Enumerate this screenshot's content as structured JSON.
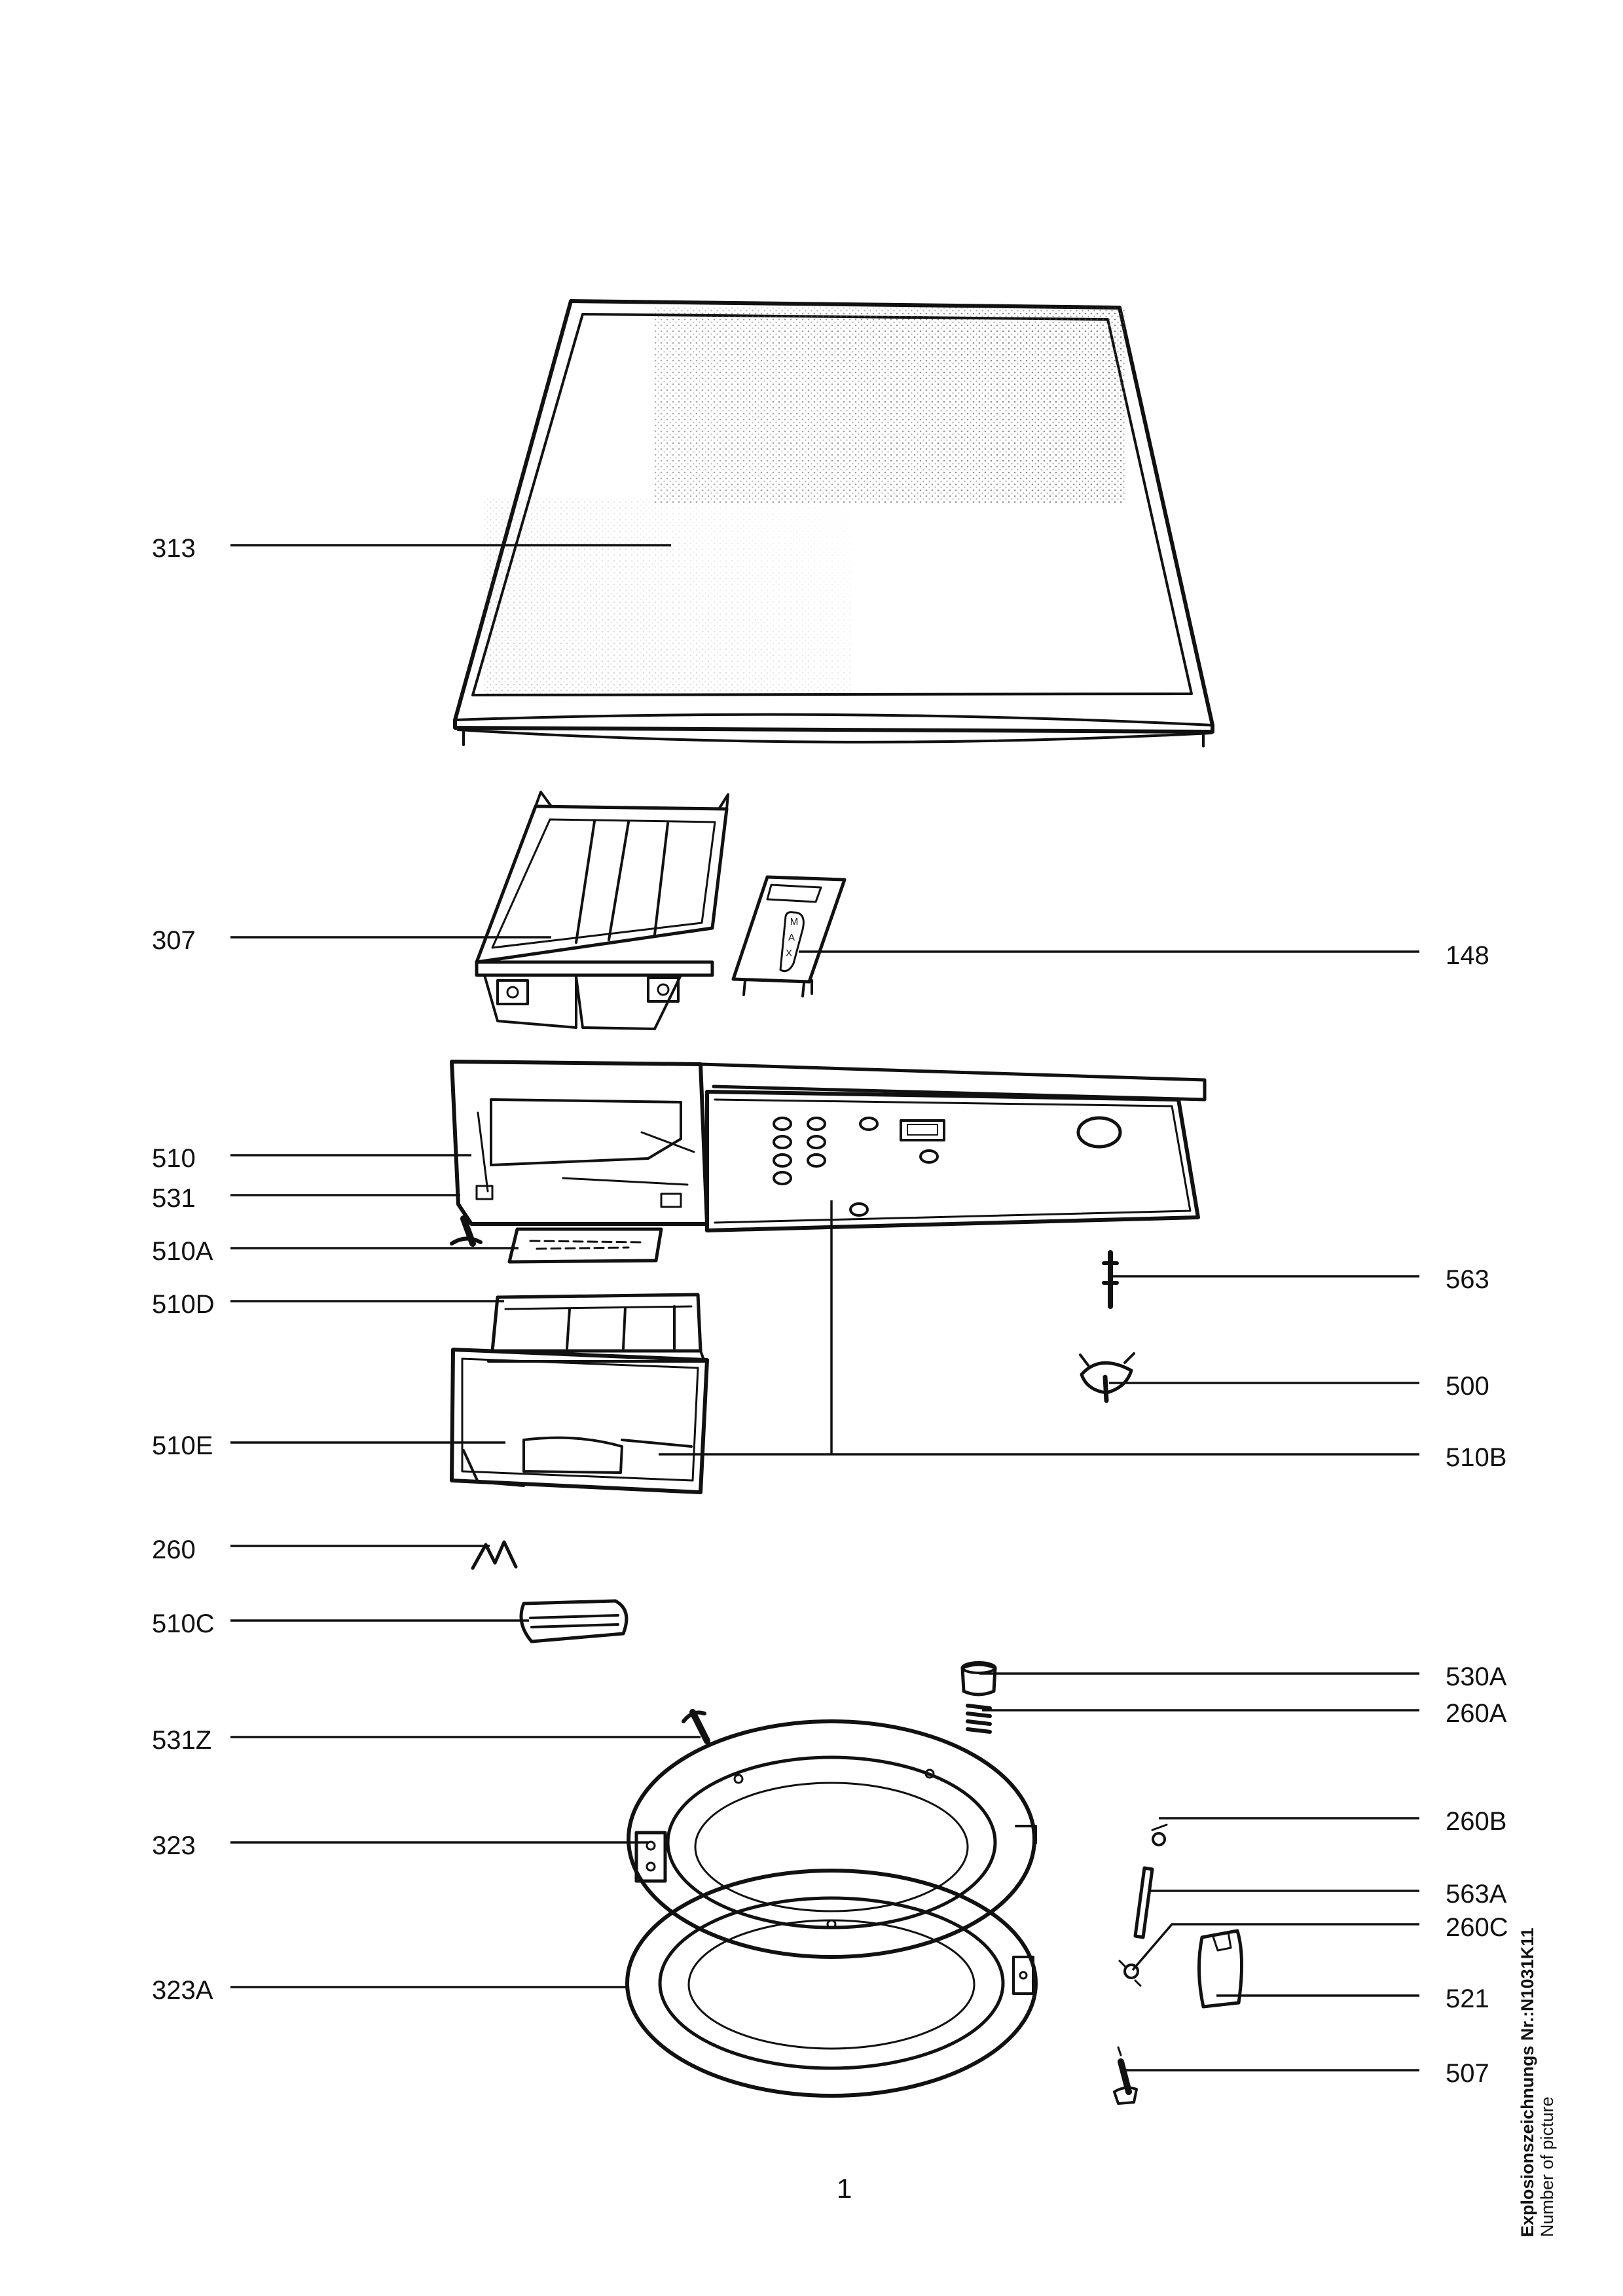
{
  "parts": {
    "p313": "313",
    "p307": "307",
    "p148": "148",
    "p510": "510",
    "p531": "531",
    "p510A": "510A",
    "p510D": "510D",
    "p563": "563",
    "p500": "500",
    "p510E": "510E",
    "p510B": "510B",
    "p260": "260",
    "p510C": "510C",
    "p530A": "530A",
    "p260A": "260A",
    "p531Z": "531Z",
    "p260B": "260B",
    "p323": "323",
    "p563A": "563A",
    "p260C": "260C",
    "p521": "521",
    "p323A": "323A",
    "p507": "507"
  },
  "dispenser_marking": [
    "M",
    "A",
    "X"
  ],
  "page_number": "1",
  "picture_number_label": "Explosionszeichnungs Nr.:N1031K11",
  "picture_number_caption": "Number of picture"
}
